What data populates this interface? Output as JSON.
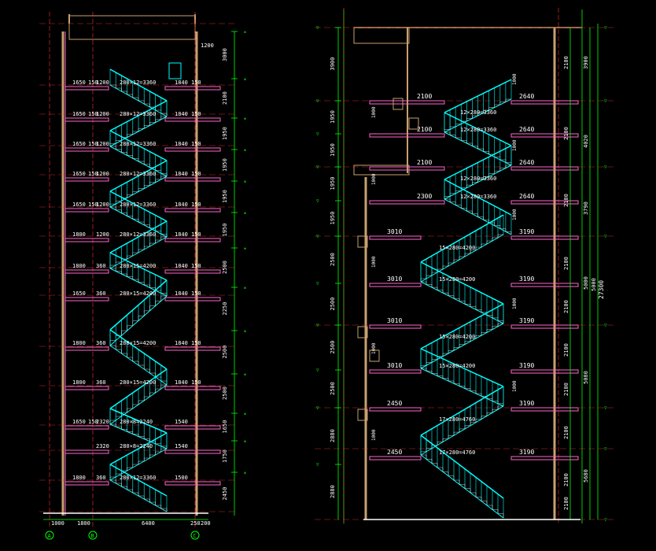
{
  "colors": {
    "background": "#000000",
    "wall": "#c8a070",
    "slab": "#ff66cc",
    "rail": "#00ffff",
    "dim": "#00ff00",
    "text": "#ffffff",
    "grid": "#ff3333",
    "border": "#888888"
  },
  "left_section": {
    "landing_labels": [
      {
        "a": "1650",
        "b": "150",
        "c": "1200",
        "flight": "280×12=3360",
        "d": "1840",
        "e": "150"
      },
      {
        "a": "1650",
        "b": "150",
        "c": "1200",
        "flight": "280×12=3360",
        "d": "1840",
        "e": "150"
      },
      {
        "a": "1650",
        "b": "150",
        "c": "1200",
        "flight": "280×12=3360",
        "d": "1840",
        "e": "150"
      },
      {
        "a": "1650",
        "b": "150",
        "c": "1200",
        "flight": "280×12=3360",
        "d": "1840",
        "e": "150"
      },
      {
        "a": "1650",
        "b": "150",
        "c": "1200",
        "flight": "280×12=3360",
        "d": "1840",
        "e": "150"
      },
      {
        "a": "1800",
        "b": "",
        "c": "1200",
        "flight": "280×12=3360",
        "d": "1840",
        "e": "150"
      },
      {
        "a": "1800",
        "b": "",
        "c": "360",
        "flight": "280×15=4200",
        "d": "1840",
        "e": "150"
      },
      {
        "a": "1650",
        "b": "",
        "c": "360",
        "flight": "280×15=4200",
        "d": "1840",
        "e": "150"
      },
      {
        "a": "1800",
        "b": "",
        "c": "360",
        "flight": "280×15=4200",
        "d": "1840",
        "e": "150"
      },
      {
        "a": "1800",
        "b": "",
        "c": "360",
        "flight": "280×15=4200",
        "d": "1840",
        "e": "150"
      },
      {
        "a": "1650",
        "b": "150",
        "c": "2320",
        "flight": "280×8=2240",
        "d": "1540",
        "e": ""
      },
      {
        "a": "",
        "b": "",
        "c": "2320",
        "flight": "280×8=2240",
        "d": "1540",
        "e": ""
      },
      {
        "a": "1800",
        "b": "",
        "c": "360",
        "flight": "280×12=3360",
        "d": "1500",
        "e": ""
      }
    ],
    "top_label": "1200",
    "right_dims": [
      "3000",
      "2100",
      "1950",
      "1950",
      "1950",
      "1950",
      "2500",
      "2250",
      "2500",
      "2500",
      "1650",
      "1750",
      "2450"
    ],
    "bottom_dims": [
      "1000",
      "1800",
      "6400",
      "250",
      "200"
    ],
    "axis_labels": [
      "A",
      "B",
      "C"
    ]
  },
  "right_section": {
    "flights": [
      {
        "left": "2100",
        "flight": "12×280=3360",
        "right": "2640",
        "rail": "1000"
      },
      {
        "left": "2100",
        "flight": "12×280=3360",
        "right": "2640",
        "rail": "1000"
      },
      {
        "left": "2100",
        "flight": "12×280=3360",
        "right": "2640",
        "rail": "1000"
      },
      {
        "left": "2300",
        "flight": "12×280=3360",
        "right": "2640",
        "rail": "1000"
      },
      {
        "left": "3010",
        "flight": "15×280=4200",
        "right": "3190",
        "rail": "1000"
      },
      {
        "left": "3010",
        "flight": "15×280=4200",
        "right": "3190",
        "rail": "1000"
      },
      {
        "left": "3010",
        "flight": "15×280=4200",
        "right": "3190",
        "rail": "1000"
      },
      {
        "left": "3010",
        "flight": "15×280=4200",
        "right": "3190",
        "rail": "1000"
      },
      {
        "left": "2450",
        "flight": "17×280=4760",
        "right": "3190",
        "rail": "1000"
      },
      {
        "left": "2450",
        "flight": "17×280=4760",
        "right": "3190",
        "rail": "1000"
      }
    ],
    "left_dims": [
      "3900",
      "1950",
      "1950",
      "1950",
      "1950",
      "2500",
      "2500",
      "2500",
      "2500",
      "2880",
      "2880"
    ],
    "right_dims_inner": [
      "2100",
      "2100",
      "2100",
      "2100",
      "2100",
      "2100",
      "2100",
      "2100",
      "2100",
      "2100"
    ],
    "right_dims_outer": [
      "3900",
      "4020",
      "3790",
      "5000",
      "5080",
      "5680"
    ],
    "total_height": "27300",
    "second_total": "5000"
  }
}
